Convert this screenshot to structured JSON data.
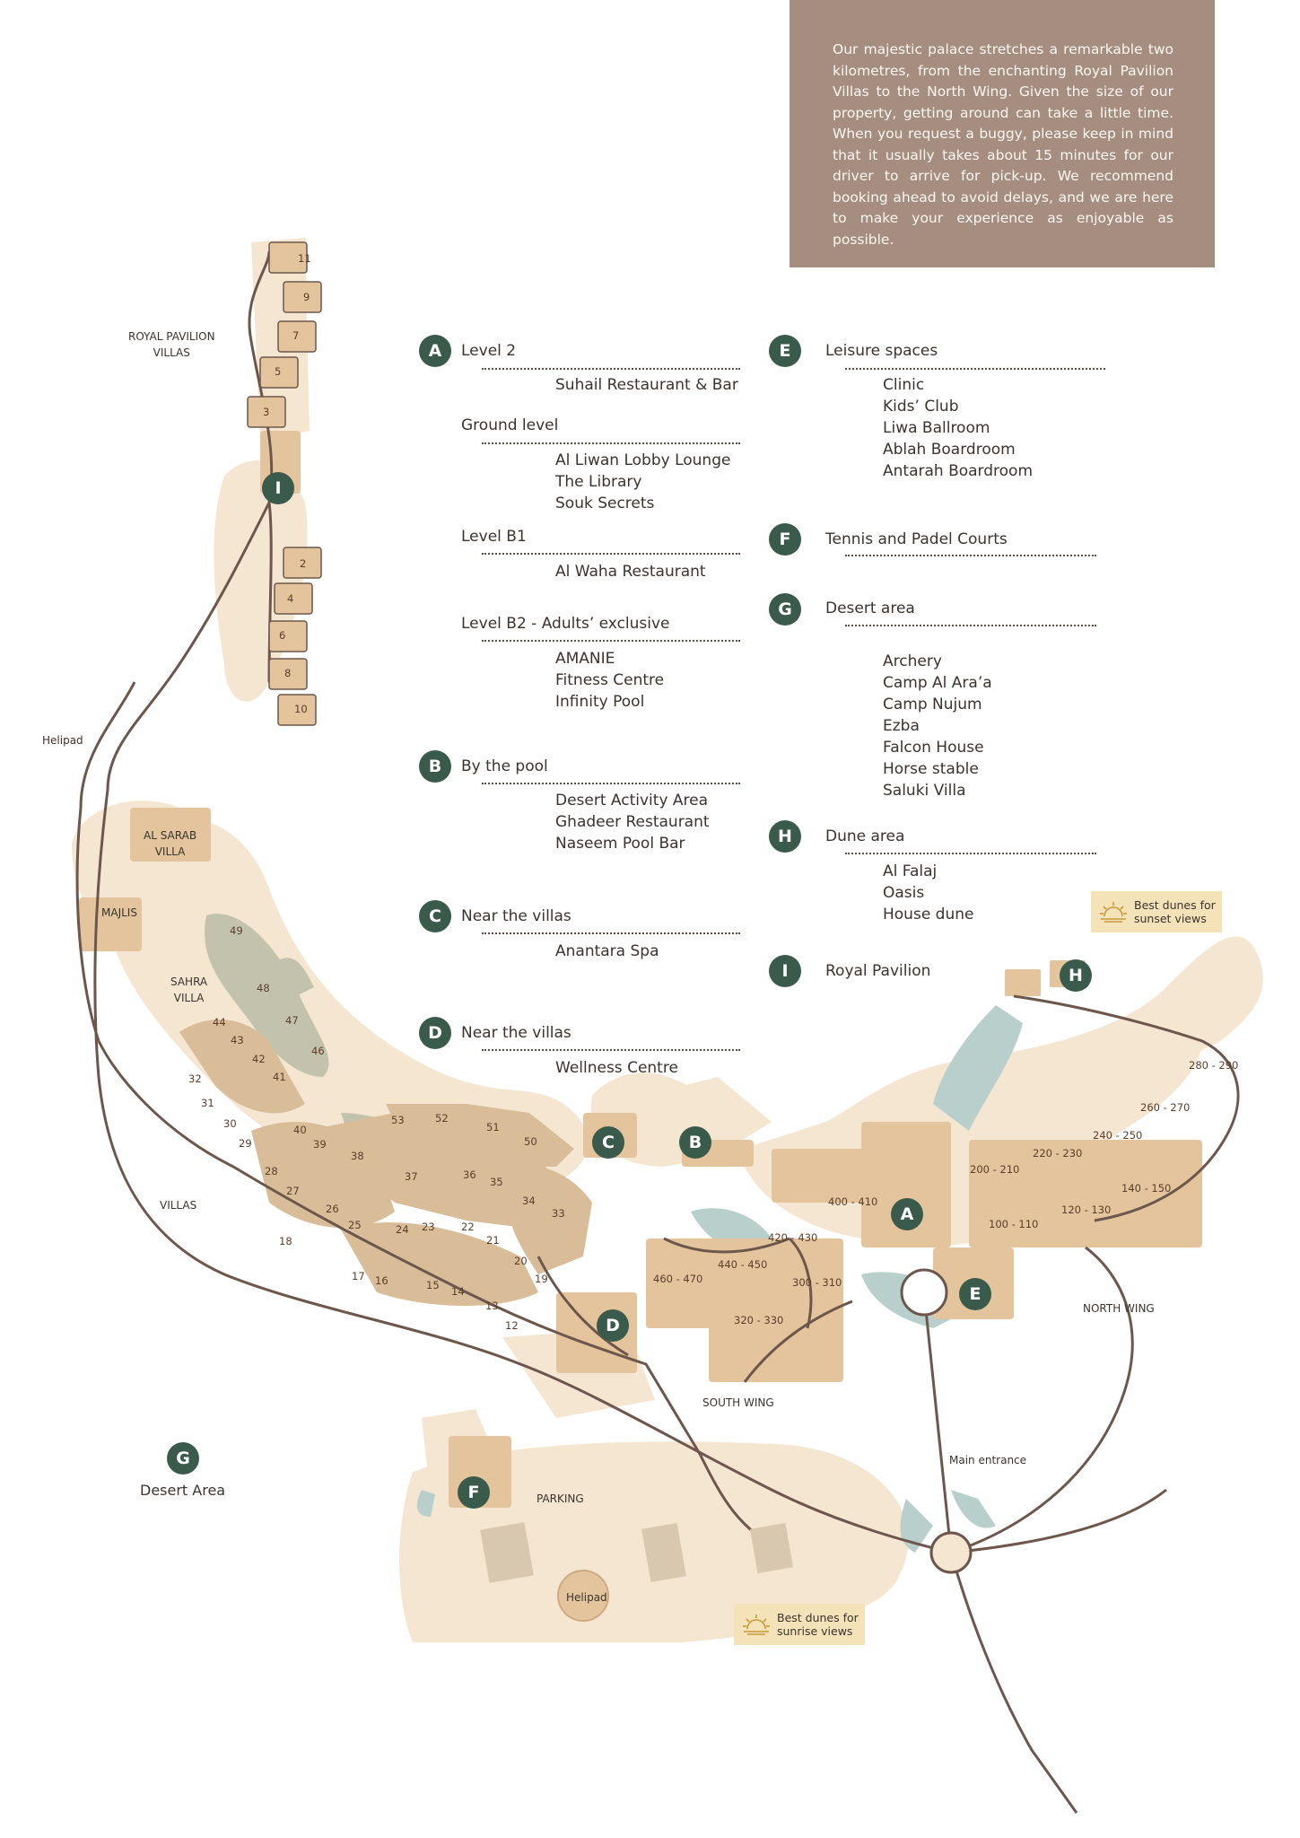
{
  "intro": {
    "text": "Our majestic palace stretches a remarkable two kilometres, from the enchanting Royal Pavilion Villas to the North Wing. Given the size of our property, getting around can take a little time. When you request a buggy, please keep in mind that it usually takes about 15 minutes for our driver to arrive for pick-up. We recommend booking ahead to avoid delays, and we are here to make your experience as enjoyable as possible."
  },
  "legend": {
    "A": {
      "letter": "A",
      "title": "Level 2",
      "level2_items": [
        "Suhail Restaurant & Bar"
      ],
      "ground_title": "Ground level",
      "ground_items": [
        "Al Liwan Lobby Lounge",
        "The Library",
        "Souk Secrets"
      ],
      "b1_title": "Level B1",
      "b1_items": [
        "Al Waha Restaurant"
      ],
      "b2_title": "Level B2 - Adults’ exclusive",
      "b2_items": [
        "AMANIE",
        "Fitness Centre",
        "Infinity Pool"
      ]
    },
    "B": {
      "letter": "B",
      "title": "By the pool",
      "items": [
        "Desert Activity Area",
        "Ghadeer Restaurant",
        "Naseem Pool Bar"
      ]
    },
    "C": {
      "letter": "C",
      "title": "Near the villas",
      "items": [
        "Anantara Spa"
      ]
    },
    "D": {
      "letter": "D",
      "title": "Near the villas",
      "items": [
        "Wellness Centre"
      ]
    },
    "E": {
      "letter": "E",
      "title": "Leisure spaces",
      "items": [
        "Clinic",
        "Kids’ Club",
        "Liwa Ballroom",
        "Ablah Boardroom",
        "Antarah Boardroom"
      ]
    },
    "F": {
      "letter": "F",
      "title": "Tennis and Padel Courts"
    },
    "G": {
      "letter": "G",
      "title": "Desert area",
      "items": [
        "Archery",
        "Camp Al Ara’a",
        "Camp Nujum",
        "Ezba",
        "Falcon House",
        "Horse stable",
        "Saluki Villa"
      ]
    },
    "H": {
      "letter": "H",
      "title": "Dune area",
      "items": [
        "Al Falaj",
        "Oasis",
        "House dune"
      ]
    },
    "I": {
      "letter": "I",
      "title": "Royal Pavilion"
    }
  },
  "map": {
    "labels": {
      "royal_pavilion_villas": "ROYAL PAVILION\nVILLAS",
      "helipad_west": "Helipad",
      "al_sarab_villa": "AL SARAB\nVILLA",
      "majlis": "MAJLIS",
      "sahra_villa": "SAHRA\nVILLA",
      "villas": "VILLAS",
      "south_wing": "SOUTH WING",
      "north_wing": "NORTH WING",
      "main_entrance": "Main entrance",
      "parking": "PARKING",
      "helipad_south": "Helipad",
      "desert_area": "Desert Area"
    },
    "badges": {
      "A": "A",
      "B": "B",
      "C": "C",
      "D": "D",
      "E": "E",
      "F": "F",
      "G": "G",
      "H": "H",
      "I": "I"
    },
    "pavilion_villa_numbers": [
      "11",
      "9",
      "7",
      "5",
      "3",
      "2",
      "4",
      "6",
      "8",
      "10"
    ],
    "villa_numbers": [
      "49",
      "48",
      "47",
      "46",
      "44",
      "43",
      "42",
      "41",
      "32",
      "31",
      "30",
      "29",
      "28",
      "27",
      "26",
      "25",
      "18",
      "17",
      "16",
      "15",
      "14",
      "13",
      "12",
      "40",
      "39",
      "38",
      "37",
      "24",
      "23",
      "22",
      "21",
      "20",
      "19",
      "53",
      "52",
      "51",
      "50",
      "36",
      "35",
      "34",
      "33"
    ],
    "room_ranges": [
      "280 - 290",
      "260 - 270",
      "240 - 250",
      "220 - 230",
      "200 - 210",
      "140 - 150",
      "120 - 130",
      "100 - 110",
      "400 - 410",
      "420 - 430",
      "440 - 450",
      "460 - 470",
      "300 - 310",
      "320 - 330"
    ],
    "notes": {
      "sunset": "Best dunes for\nsunset views",
      "sunrise": "Best dunes for\nsunrise views"
    },
    "colors": {
      "ground": "#f4e6d1",
      "building": "#e3c49c",
      "villa": "#d9bd98",
      "green_area": "#c3c3ad",
      "water": "#b9cfcb",
      "road": "#6d564c",
      "badge": "#3a5a4b",
      "intro_box": "#a58e80",
      "note": "#f4e2b8"
    }
  }
}
